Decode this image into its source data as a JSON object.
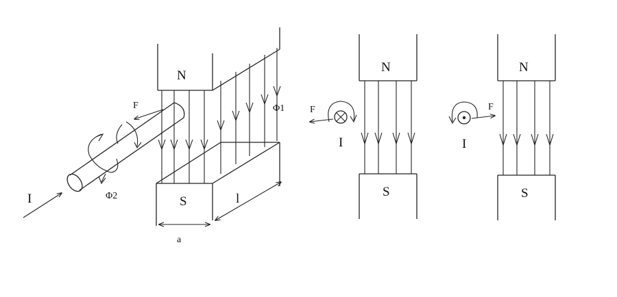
{
  "diagram": {
    "perspective": {
      "pole_top": "N",
      "pole_bottom": "S",
      "force": "F",
      "current": "I",
      "flux_magnet": "Φ1",
      "flux_wire": "Φ2",
      "dim_width": "a",
      "dim_length": "l"
    },
    "section_into": {
      "pole_top": "N",
      "pole_bottom": "S",
      "force": "F",
      "current": "I"
    },
    "section_out": {
      "pole_top": "N",
      "pole_bottom": "S",
      "force": "F",
      "current": "I"
    }
  }
}
